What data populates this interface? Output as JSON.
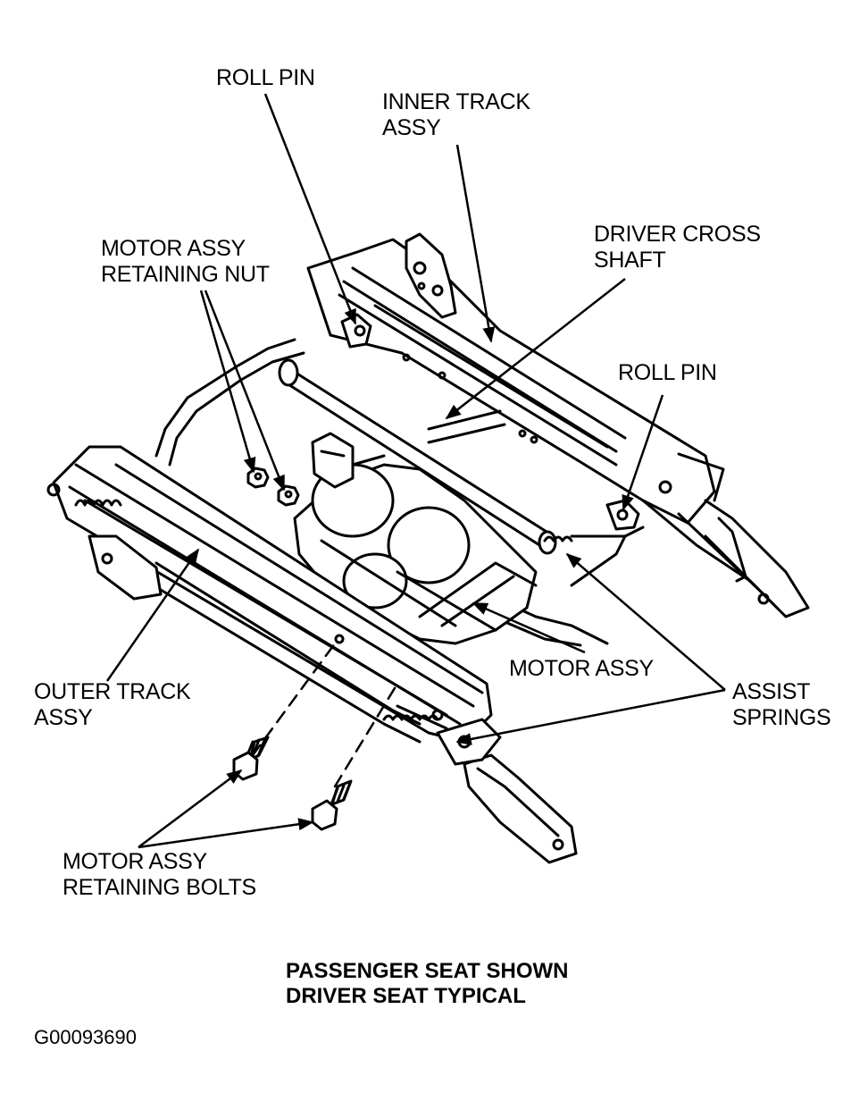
{
  "labels": {
    "roll_pin_top": "ROLL PIN",
    "inner_track": [
      "INNER TRACK",
      "ASSY"
    ],
    "motor_nut": [
      "MOTOR ASSY",
      "RETAINING NUT"
    ],
    "driver_cross": [
      "DRIVER CROSS",
      "SHAFT"
    ],
    "roll_pin_right": "ROLL PIN",
    "outer_track": [
      "OUTER TRACK",
      "ASSY"
    ],
    "motor_assy": "MOTOR ASSY",
    "assist_springs": [
      "ASSIST",
      "SPRINGS"
    ],
    "motor_bolts": [
      "MOTOR ASSY",
      "RETAINING BOLTS"
    ]
  },
  "caption": [
    "PASSENGER SEAT SHOWN",
    "DRIVER SEAT TYPICAL"
  ],
  "figure_id": "G00093690"
}
